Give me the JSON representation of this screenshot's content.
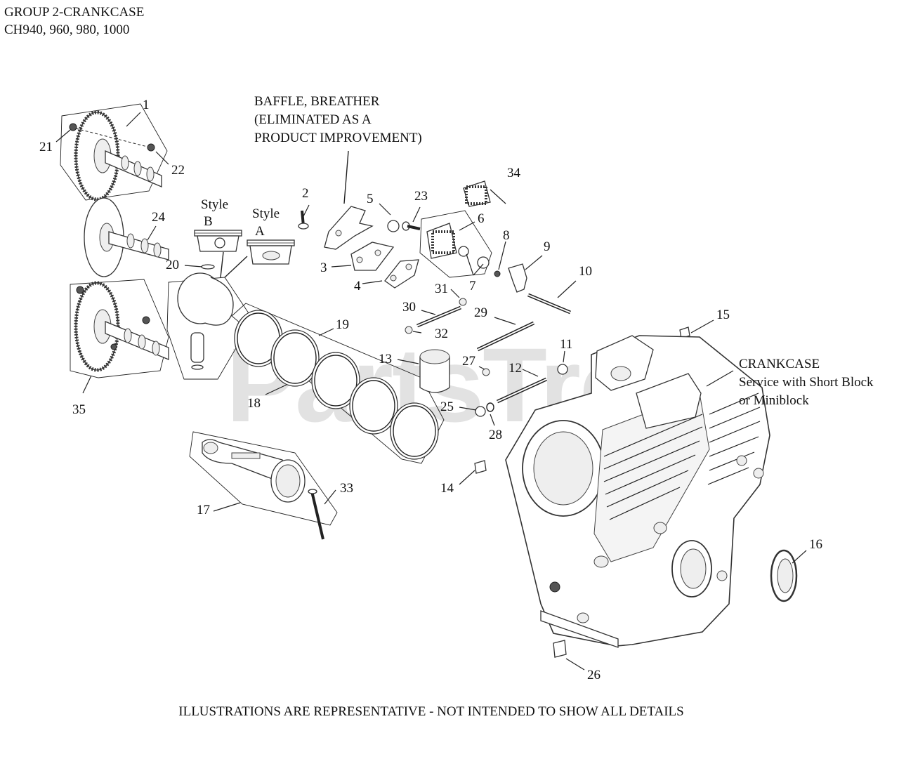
{
  "header": {
    "line1": "GROUP 2-CRANKCASE",
    "line2": "CH940, 960, 980, 1000"
  },
  "callouts": {
    "baffle": [
      "BAFFLE, BREATHER",
      "(ELIMINATED AS A",
      "PRODUCT IMPROVEMENT)"
    ],
    "style_b": [
      "Style",
      "B"
    ],
    "style_a": [
      "Style",
      "A"
    ],
    "crankcase": [
      "CRANKCASE",
      "Service with Short Block",
      " or Miniblock"
    ]
  },
  "part_numbers": [
    "1",
    "2",
    "3",
    "4",
    "5",
    "6",
    "7",
    "8",
    "9",
    "10",
    "11",
    "12",
    "13",
    "14",
    "15",
    "16",
    "17",
    "18",
    "19",
    "20",
    "21",
    "22",
    "23",
    "24",
    "25",
    "26",
    "27",
    "28",
    "29",
    "30",
    "31",
    "32",
    "33",
    "34",
    "35"
  ],
  "watermark": {
    "text": "PartsTree",
    "mark": "™"
  },
  "footer": "ILLUSTRATIONS ARE REPRESENTATIVE - NOT INTENDED TO SHOW ALL DETAILS"
}
